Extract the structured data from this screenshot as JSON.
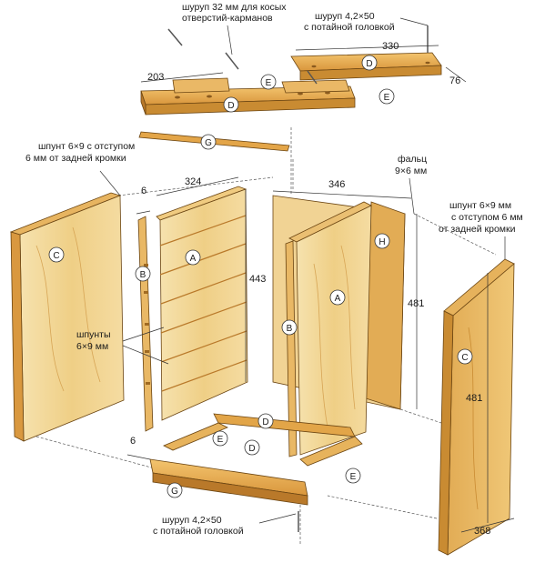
{
  "callouts": {
    "screw_top": [
      "шуруп 32 мм для косых",
      "отверстий-карманов"
    ],
    "screw_countersunk_top": [
      "шуруп 4,2×50",
      "с потайной головкой"
    ],
    "dowel_left": [
      "шпунт 6×9 с отступом",
      "6 мм от задней кромки"
    ],
    "rebate": [
      "фальц",
      "9×6 мм"
    ],
    "dowel_right": [
      "шпунт 6×9 мм",
      "с отступом 6 мм",
      "от задней кромки"
    ],
    "grooves": [
      "шпунты",
      "6×9 мм"
    ],
    "screw_bottom": [
      "шуруп 4,2×50",
      "с потайной головкой"
    ]
  },
  "dimensions": {
    "d330": "330",
    "d76": "76",
    "d203": "203",
    "d324": "324",
    "d6a": "6",
    "d346": "346",
    "d443": "443",
    "d481a": "481",
    "d481b": "481",
    "d6b": "6",
    "d368": "368"
  },
  "parts": {
    "A": "A",
    "B": "B",
    "C": "C",
    "D": "D",
    "E": "E",
    "G": "G",
    "H": "H"
  },
  "colors": {
    "wood_light": "#f3dca0",
    "wood_mid": "#e6b861",
    "wood_dark": "#c98b32",
    "edge": "#b9792a"
  }
}
